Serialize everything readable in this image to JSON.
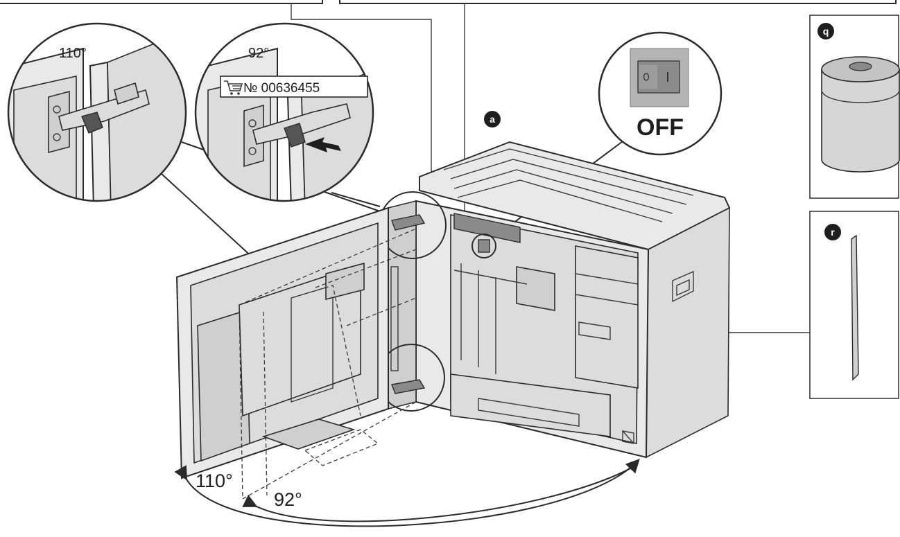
{
  "angles": {
    "detail_left": "110°",
    "detail_right": "92°",
    "bottom_outer": "110°",
    "bottom_inner": "92°"
  },
  "part_number": "№ 00636455",
  "switch_state": "OFF",
  "markers": {
    "a": "a",
    "q": "q",
    "r": "r"
  },
  "icons": {
    "cart": "shopping-cart-icon",
    "arrow": "push-arrow-icon"
  }
}
